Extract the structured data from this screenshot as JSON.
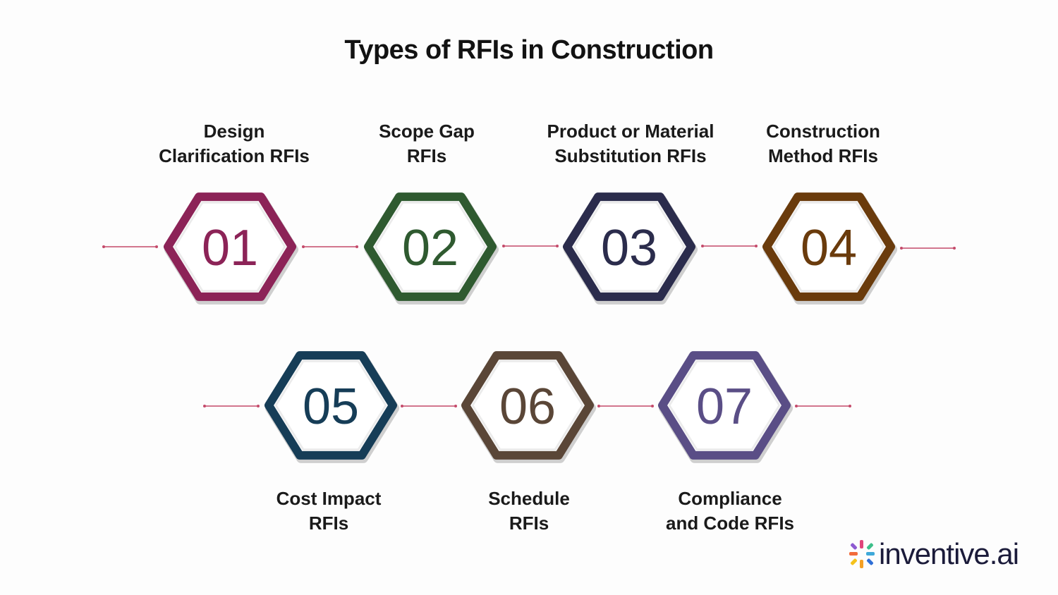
{
  "title": "Types of RFIs in Construction",
  "items": [
    {
      "number": "01",
      "line1": "Design",
      "line2": "Clarification RFIs",
      "color": "#8c2357"
    },
    {
      "number": "02",
      "line1": "Scope Gap",
      "line2": "RFIs",
      "color": "#2f5a30"
    },
    {
      "number": "03",
      "line1": "Product or Material",
      "line2": "Substitution RFIs",
      "color": "#2b2c4c"
    },
    {
      "number": "04",
      "line1": "Construction",
      "line2": "Method RFIs",
      "color": "#6a3b0c"
    },
    {
      "number": "05",
      "line1": "Cost Impact",
      "line2": "RFIs",
      "color": "#163d57"
    },
    {
      "number": "06",
      "line1": "Schedule",
      "line2": "RFIs",
      "color": "#5a4637"
    },
    {
      "number": "07",
      "line1": "Compliance",
      "line2": "and Code RFIs",
      "color": "#5a4e86"
    }
  ],
  "connector_color": "#c44a6a",
  "logo": {
    "text": "inventive.ai"
  }
}
